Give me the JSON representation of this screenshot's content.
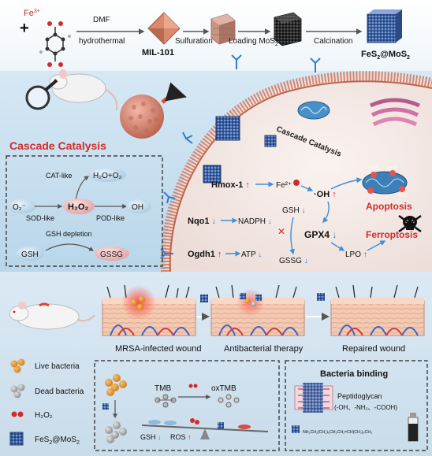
{
  "synthesis": {
    "fe_label": "Fe",
    "fe_charge": "3+",
    "step1_top": "DMF",
    "step1_bottom": "hydrothermal",
    "mof_label": "MIL-101",
    "step2": "Sulfuration",
    "step3_main": "Loading MoS",
    "step3_sub": "2",
    "step4": "Calcination",
    "product_a": "FeS",
    "product_sub_a": "2",
    "product_b": "@MoS",
    "product_sub_b": "2"
  },
  "cascade": {
    "title": "Cascade Catalysis",
    "cat_like": "CAT-like",
    "h2o_o2": "H₂O+O₂",
    "o2_minus": "O₂⁻",
    "sod_like": "SOD-like",
    "h2o2": "H₂O₂",
    "pod_like": "POD-like",
    "oh": "OH",
    "gsh_depletion": "GSH depletion",
    "gsh": "GSH",
    "gssg": "GSSG"
  },
  "cell": {
    "cascade_label": "Cascade Catalysis",
    "hmox": "Hmox-1",
    "fe2": "Fe²⁺",
    "oh_radical": "·OH",
    "nqo1": "Nqo1",
    "nadph": "NADPH",
    "gsh": "GSH",
    "gpx4": "GPX4",
    "ogdh1": "Ogdh1",
    "atp": "ATP",
    "gssg": "GSSG",
    "lpo": "LPO",
    "apoptosis": "Apoptosis",
    "ferroptosis": "Ferroptosis",
    "ros": "ROS"
  },
  "wound": {
    "stage1": "MRSA-infected wound",
    "stage2": "Antibacterial therapy",
    "stage3": "Repaired wound"
  },
  "legend": {
    "live": "Live bacteria",
    "dead": "Dead bacteria",
    "h2o2": "H₂O₂",
    "material_a": "FeS",
    "material_sub": "2",
    "material_b": "@MoS",
    "material_sub_b": "2"
  },
  "mechanism": {
    "tmb": "TMB",
    "oxtmb": "oxTMB",
    "gsh": "GSH",
    "ros": "ROS"
  },
  "binding": {
    "title": "Bacteria binding",
    "peptidoglycan": "Peptidoglycan",
    "groups": "(-OH、-NH₂、-COOH)",
    "chain": "NH₂CH₂(CH₂)₆CH₂CH₂=CH(CH₂)₆CH₃"
  },
  "colors": {
    "red": "#d32b2b",
    "blue": "#2f7fd0",
    "panel": "#cfe3f1",
    "membrane": "#d9846c"
  }
}
